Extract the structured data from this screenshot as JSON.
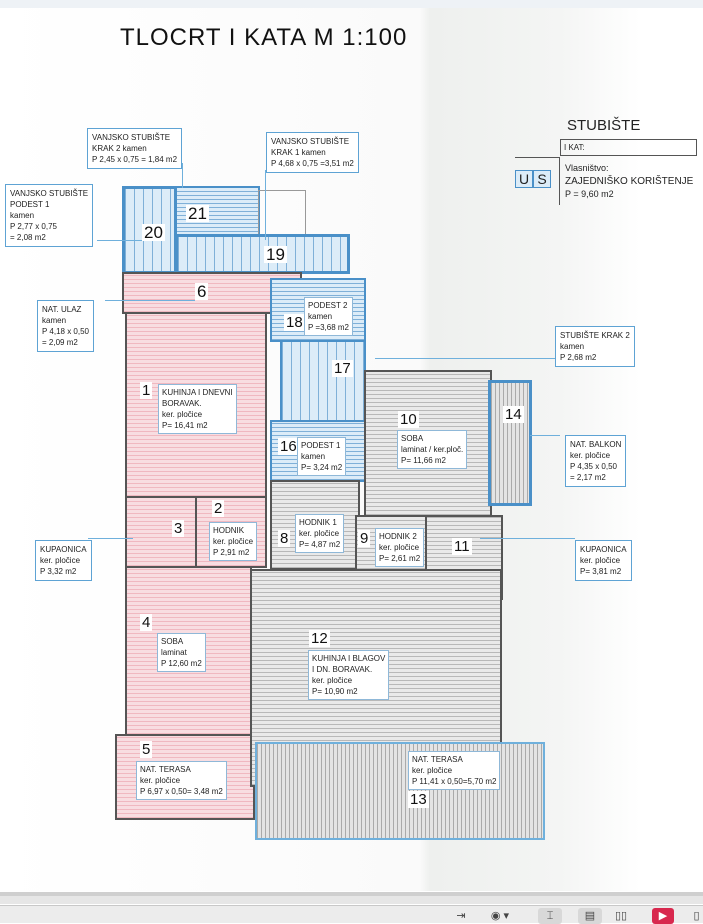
{
  "title": "TLOCRT  I  KATA    M 1:100",
  "legend": {
    "heading": "STUBIŠTE",
    "floor": "I KAT:",
    "badge_u": "U",
    "badge_s": "S",
    "ownership_label": "Vlasništvo:",
    "ownership": "ZAJEDNIŠKO KORIŠTENJE",
    "area": "P = 9,60 m2"
  },
  "callouts": {
    "krak2": [
      "VANJSKO  STUBIŠTE",
      "KRAK 2    kamen",
      "P  2,45 x 0,75 = 1,84 m2"
    ],
    "krak1": [
      "VANJSKO  STUBIŠTE",
      "KRAK 1    kamen",
      "P  4,68 x 0,75 =3,51 m2"
    ],
    "podest1": [
      "VANJSKO  STUBIŠTE",
      "PODEST 1",
      "kamen",
      "P  2,77 x 0,75",
      "=  2,08 m2"
    ],
    "ulaz": [
      "NAT.  ULAZ",
      "kamen",
      "P  4,18 x 0,50",
      "=  2,09 m2"
    ],
    "krak2in": [
      "STUBIŠTE KRAK 2",
      "kamen",
      "P  2,68 m2"
    ],
    "balkon": [
      "NAT.  BALKON",
      "ker.  pločice",
      "P 4,35 x 0,50",
      "= 2,17 m2"
    ],
    "kup11": [
      "KUPAONICA",
      "ker.  pločice",
      "P= 3,81 m2"
    ],
    "kup3": [
      "KUPAONICA",
      "ker.  pločice",
      "P 3,32 m2"
    ]
  },
  "rooms": {
    "r1": {
      "num": "1",
      "lines": [
        "KUHINJA  I  DNEVNI",
        "BORAVAK.",
        "ker. pločice",
        "P= 16,41 m2"
      ]
    },
    "r2": {
      "num": "2",
      "lines": [
        "HODNIK",
        "ker. pločice",
        "P  2,91 m2"
      ]
    },
    "r3": {
      "num": "3"
    },
    "r4": {
      "num": "4",
      "lines": [
        "SOBA",
        "laminat",
        "P  12,60 m2"
      ]
    },
    "r5": {
      "num": "5",
      "lines": [
        "NAT.  TERASA",
        "ker.  pločice",
        "P  6,97 x 0,50= 3,48 m2"
      ]
    },
    "r6": {
      "num": "6"
    },
    "r8": {
      "num": "8",
      "lines": [
        "HODNIK  1",
        "ker. pločice",
        "P= 4,87 m2"
      ]
    },
    "r9": {
      "num": "9",
      "lines": [
        "HODNIK 2",
        "ker. pločice",
        "P= 2,61 m2"
      ]
    },
    "r10": {
      "num": "10",
      "lines": [
        "SOBA",
        "laminat / ker.ploč.",
        "P= 11,66 m2"
      ]
    },
    "r11": {
      "num": "11"
    },
    "r12": {
      "num": "12",
      "lines": [
        "KUHINJA  I  BLAGOV",
        "I  DN.  BORAVAK.",
        "ker. pločice",
        "P= 10,90 m2"
      ]
    },
    "r13": {
      "num": "13",
      "lines": [
        "NAT.  TERASA",
        "ker.  pločice",
        "P  11,41 x 0,50=5,70 m2"
      ]
    },
    "r14": {
      "num": "14"
    },
    "r16": {
      "num": "16",
      "lines": [
        "PODEST  1",
        "kamen",
        "P= 3,24 m2"
      ]
    },
    "r17": {
      "num": "17"
    },
    "r18": {
      "num": "18",
      "lines": [
        "PODEST 2",
        "kamen",
        "P =3,68 m2"
      ]
    },
    "r19": {
      "num": "19"
    },
    "r20": {
      "num": "20"
    },
    "r21": {
      "num": "21"
    }
  },
  "toolbar": {
    "sign_in": "⇥",
    "eye": "◉ ▾",
    "fit": "⌶",
    "single": "▤",
    "double": "▯▯",
    "present": "▶",
    "more": "▯"
  }
}
